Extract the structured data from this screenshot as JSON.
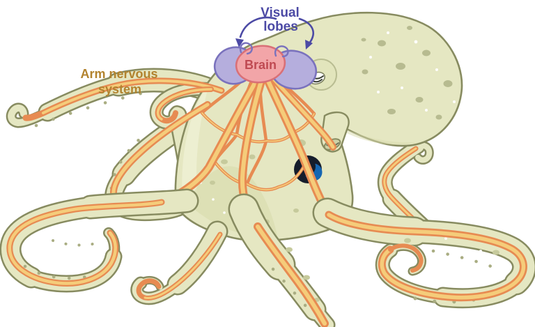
{
  "figure": {
    "labels": {
      "visual_lobes": {
        "line1": "Visual",
        "line2": "lobes"
      },
      "brain": {
        "text": "Brain"
      },
      "arm_nervous_system": {
        "line1": "Arm nervous",
        "line2": "system"
      }
    },
    "colors": {
      "body_fill": "#e5e7c2",
      "body_outline": "#878b60",
      "body_spot": "#b7bb90",
      "web_shade": "#d9dcae",
      "nerve_outline": "#e78b52",
      "nerve_core": "#f5cc7a",
      "brain_fill": "#f2a5a8",
      "brain_stroke": "#d97077",
      "brain_label": "#bf4a52",
      "visual_lobe_fill": "#b5aedd",
      "visual_lobe_stroke": "#7a72bd",
      "visual_lobes_label": "#4c4aa5",
      "arrow": "#4c4aa5",
      "arm_label": "#b2832f",
      "eye_dark": "#151d2c",
      "eye_blue": "#1566b2",
      "siphon_inner": "#cdd1a6"
    }
  }
}
